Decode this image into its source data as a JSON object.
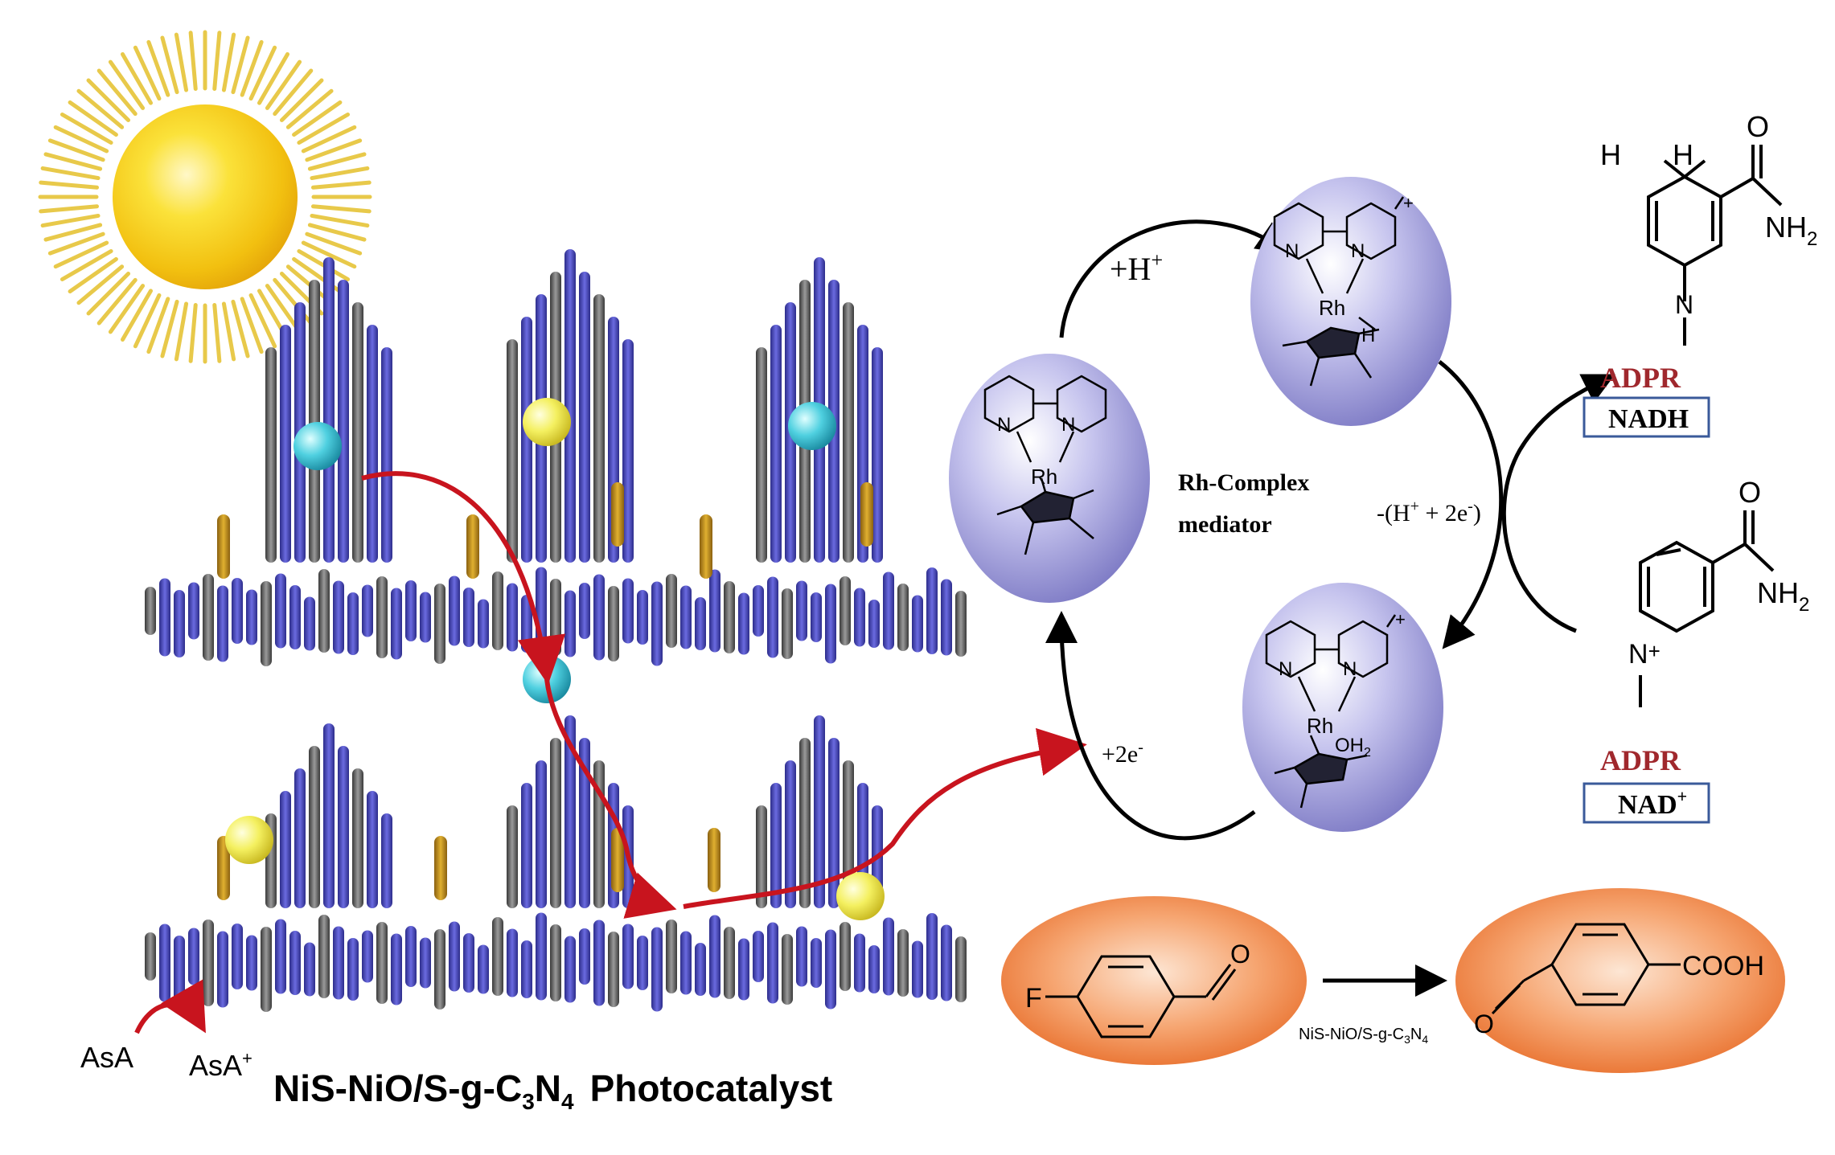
{
  "photocatalyst": {
    "name_main": "NiS-NiO/S-g-C",
    "name_sub3": "3",
    "name_n": "N",
    "name_sub4": "4",
    "name_suffix": "Photocatalyst"
  },
  "electron_donor": {
    "asa": "AsA",
    "asa_plus": "AsA",
    "asa_plus_sup": "+"
  },
  "cycle": {
    "add_proton": "+H",
    "add_proton_sup": "+",
    "add_electrons": "+2e",
    "add_electrons_sup": "-",
    "release_left": "-(H",
    "release_sup_plus": "+",
    "release_mid": " + 2e",
    "release_sup_minus": "-",
    "release_right": ")",
    "mediator_line1": "Rh-Complex",
    "mediator_line2": "mediator"
  },
  "complex_labels": {
    "rh": "Rh",
    "n": "N",
    "h": "H",
    "oh2": "OH",
    "oh2_sub": "2",
    "charge": "+"
  },
  "cofactors": {
    "nadh": {
      "h_left": "H",
      "h_right": "H",
      "o": "O",
      "nh2": "NH",
      "nh2_sub": "2",
      "n": "N",
      "adpr": "ADPR",
      "box_label": "NADH"
    },
    "nad": {
      "o": "O",
      "nh2": "NH",
      "nh2_sub": "2",
      "n": "N",
      "n_charge": "+",
      "adpr": "ADPR",
      "box_label": "NAD",
      "box_sup": "+"
    }
  },
  "reaction": {
    "reactant_f": "F",
    "reactant_o": "O",
    "product_o": "O",
    "product_cooh": "COOH",
    "catalyst_main": "NiS-NiO/S-g-C",
    "catalyst_sub3": "3",
    "catalyst_n": "N",
    "catalyst_sub4": "4"
  },
  "colors": {
    "arrow_red": "#c8141e",
    "adpr_red": "#a0282d",
    "ball_lavender": "#a9a6dc",
    "oval_orange": "#f0894c",
    "box_border": "#3a5a9a",
    "sun_yellow": "#f7d21e",
    "framework_blue": "#4a4abf",
    "framework_gray": "#6a6a6a"
  }
}
